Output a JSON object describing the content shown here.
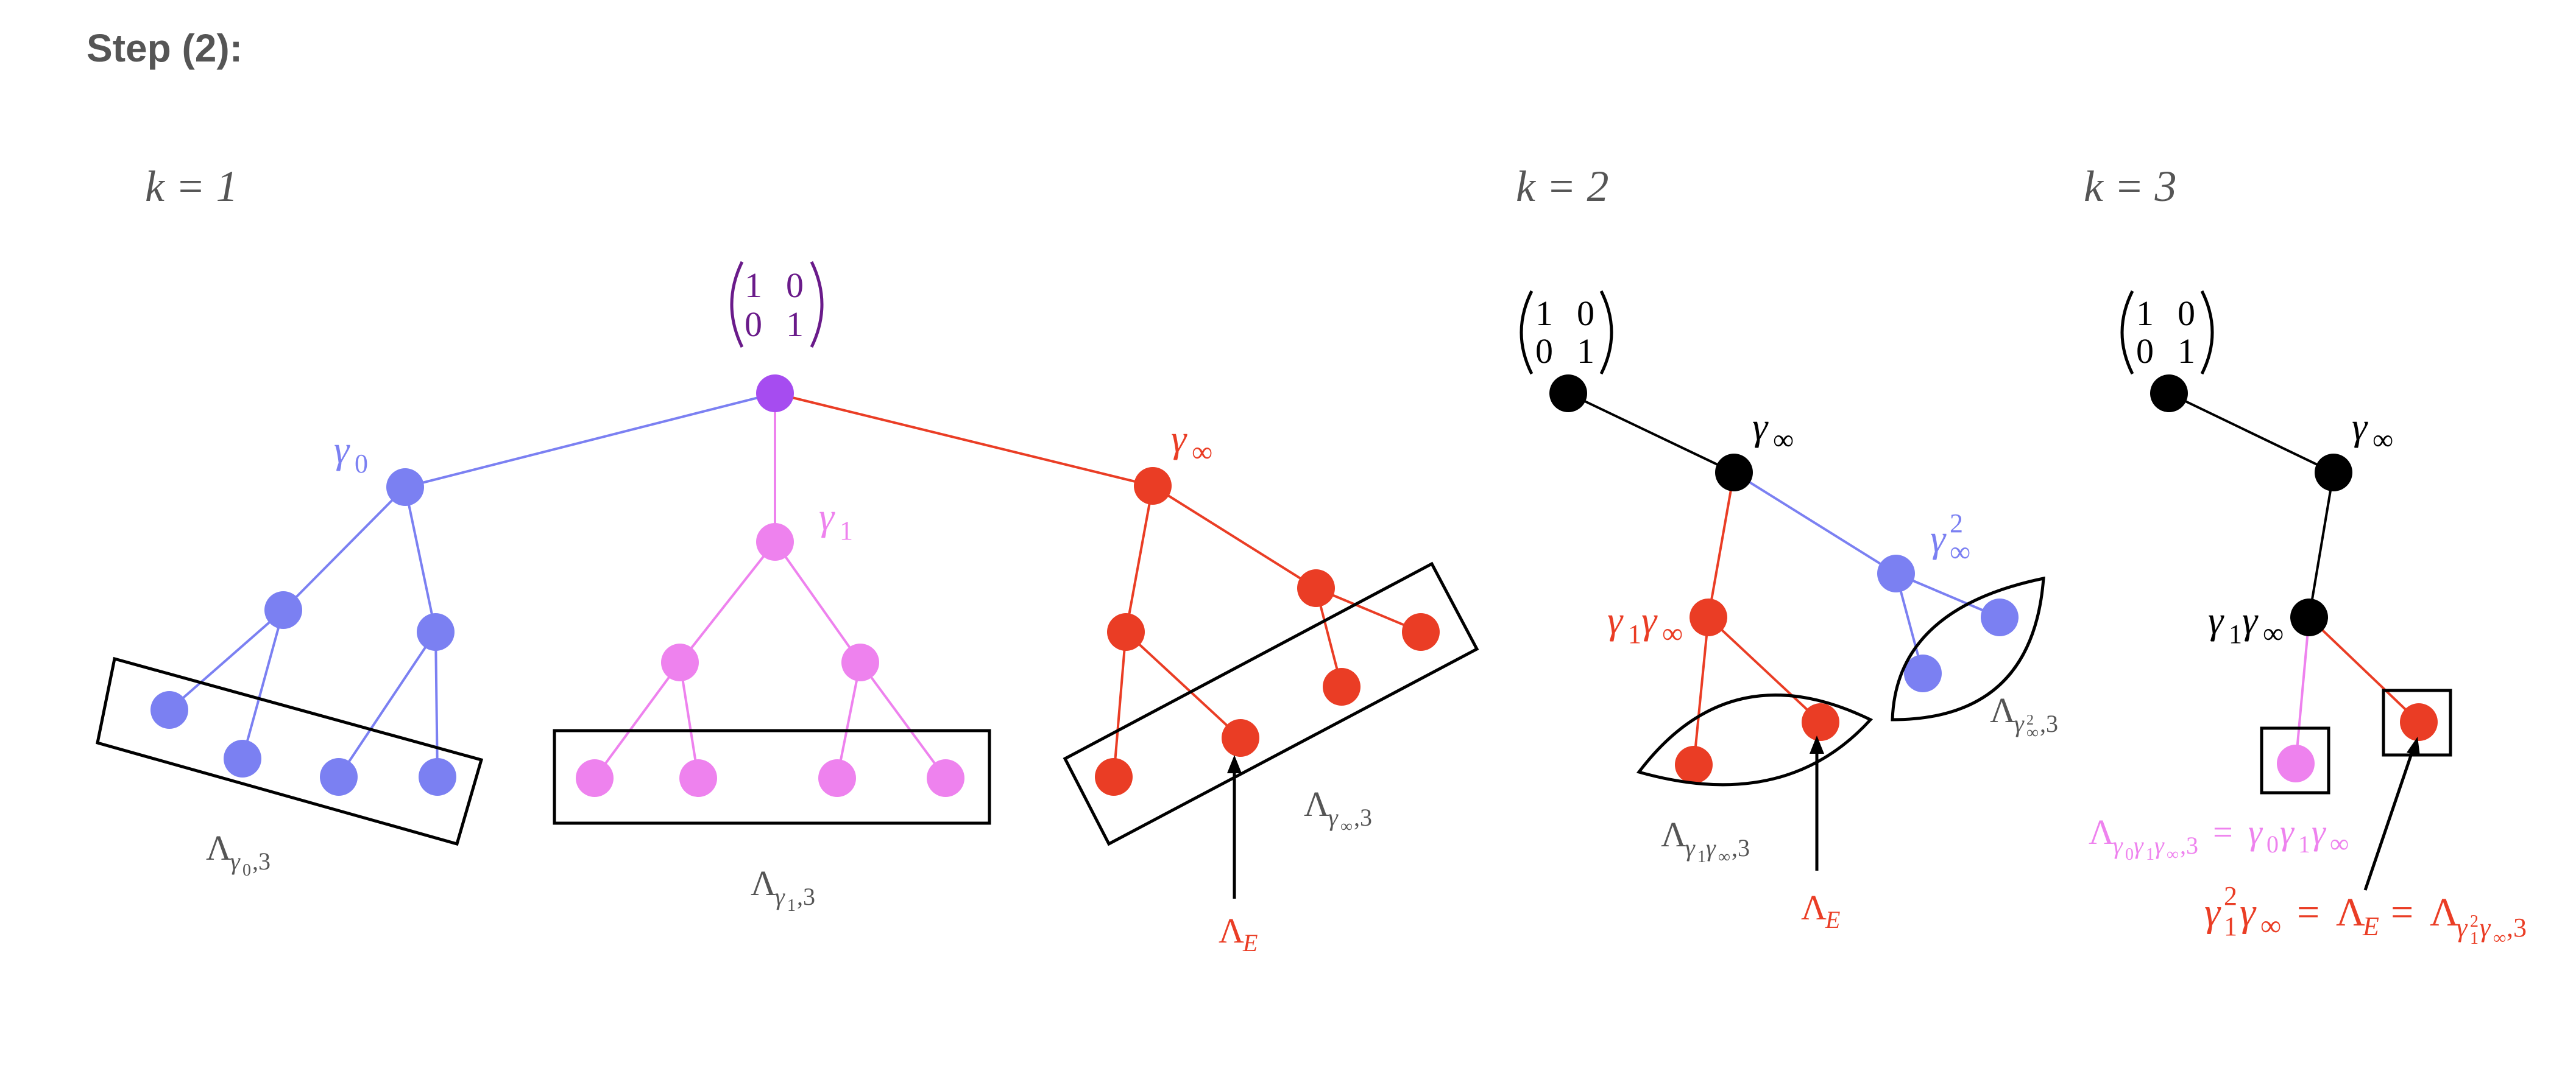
{
  "title": "Step (2):",
  "colors": {
    "blue": "#7b80f2",
    "pink": "#ee82ee",
    "red": "#ea3d25",
    "purple": "#a64cf0",
    "matrix_purple": "#6a1b8a",
    "black": "#000000",
    "gray_text": "#555555"
  },
  "panels": [
    {
      "label": "k = 1"
    },
    {
      "label": "k = 2"
    },
    {
      "label": "k = 3"
    }
  ],
  "labels": {
    "matrix": [
      "1",
      "0",
      "0",
      "1"
    ],
    "gamma": "γ",
    "lambda": "Λ",
    "sub0": "0",
    "sub1": "1",
    "subinf": "∞",
    "sup2": "2",
    "sub3": ",3",
    "subE": "E",
    "eq": "=",
    "comma3": ",3"
  }
}
